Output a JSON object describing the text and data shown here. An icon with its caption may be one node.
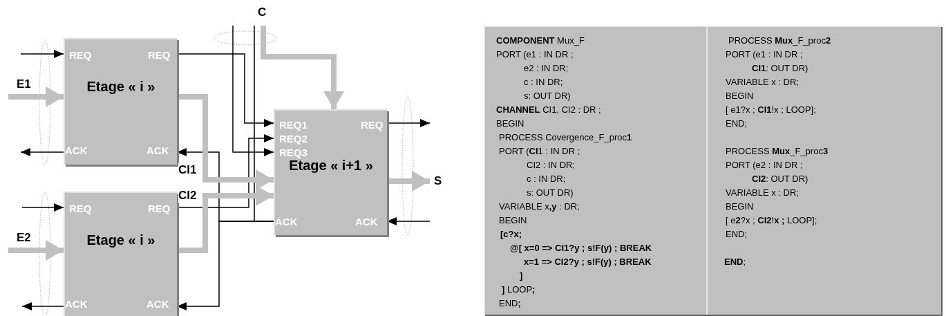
{
  "diagram": {
    "nodes": [
      {
        "text": [
          "REQ",
          "REQ",
          "Etage « i »",
          "ACK",
          "ACK"
        ]
      },
      {
        "text": [
          "REQ",
          "REQ",
          "Etage « i »",
          "ACK",
          "ACK"
        ]
      },
      {
        "text": [
          "REQ1",
          "REQ",
          "REQ2",
          "REQ3",
          "Etage « i+1 »",
          "ACK",
          "ACK"
        ]
      },
      {
        "text": [
          "**COMPONENT** Mux_F",
          "PORT (e1 : IN DR ;",
          "e2 : IN DR;",
          "c : IN DR;",
          "s: OUT DR)",
          "**CHANNEL** CI1, CI2 : DR ;",
          "BEGIN",
          "PROCESS Covergence_F_proc**1**",
          "PORT (**CI**1 : IN DR ;",
          "CI2 : IN DR;",
          "c : IN DR;",
          "s: OUT DR)",
          "VARIABLE x**,y** : DR;",
          "BEGIN",
          "[c?x;",
          "@[ x=0 => CI1?y ; s!F(y) ; BREAK",
          "x=1 => CI2?y ; s!F(y) ; BREAK",
          "]",
          "**]** LOOP**;**",
          "END**;**"
        ]
      },
      {
        "text": [
          "PROCESS **Mux**_F_proc**2**",
          "PORT (e1 : IN DR ;",
          "**CI1**: OUT DR)",
          "VARIABLE x : DR;",
          "BEGIN",
          "[ e1?x ; **CI1**!x ; LOOP];",
          "END;",
          "PROCESS **Mux**_F_proc**3**",
          "PORT (e2 : IN DR ;",
          "**CI2**: OUT DR)",
          "VARIABLE x : DR;",
          "BEGIN",
          "[ e**2**?x ; **CI2**!**x ;** LOOP];",
          "END;",
          "**END**;"
        ]
      }
    ],
    "edges": [
      {
        "from": null,
        "to": 0,
        "arrow": "to"
      },
      {
        "from": null,
        "to": 0,
        "arrow": "to",
        "label": "E1",
        "style": "thick",
        "color": "#c0c0c0"
      },
      {
        "from": 0,
        "to": null,
        "arrow": "to"
      },
      {
        "from": null,
        "to": 1,
        "arrow": "to"
      },
      {
        "from": null,
        "to": 1,
        "arrow": "to",
        "label": "E2",
        "style": "thick",
        "color": "#c0c0c0"
      },
      {
        "from": 1,
        "to": null,
        "arrow": "to"
      },
      {
        "from": 0,
        "to": 2,
        "arrow": "to"
      },
      {
        "from": 1,
        "to": 2,
        "arrow": "to"
      },
      {
        "from": null,
        "to": 2,
        "arrow": "to"
      },
      {
        "from": 2,
        "to": 0,
        "arrow": "to"
      },
      {
        "from": 2,
        "to": 1,
        "arrow": "to"
      },
      {
        "from": 2,
        "to": null,
        "arrow": "none"
      },
      {
        "from": null,
        "to": 2,
        "arrow": "to",
        "label": "C",
        "style": "thick",
        "color": "#c0c0c0"
      },
      {
        "from": 0,
        "to": 2,
        "arrow": "to",
        "label": "CI1",
        "style": "thick",
        "color": "#c0c0c0"
      },
      {
        "from": 1,
        "to": 2,
        "arrow": "to",
        "label": "CI2",
        "style": "thick",
        "color": "#c0c0c0"
      },
      {
        "from": 2,
        "to": null,
        "arrow": "to",
        "label": "S",
        "style": "thick",
        "color": "#c0c0c0"
      },
      {
        "from": 2,
        "to": null,
        "arrow": "to"
      },
      {
        "from": null,
        "to": 2,
        "arrow": "to"
      }
    ]
  }
}
